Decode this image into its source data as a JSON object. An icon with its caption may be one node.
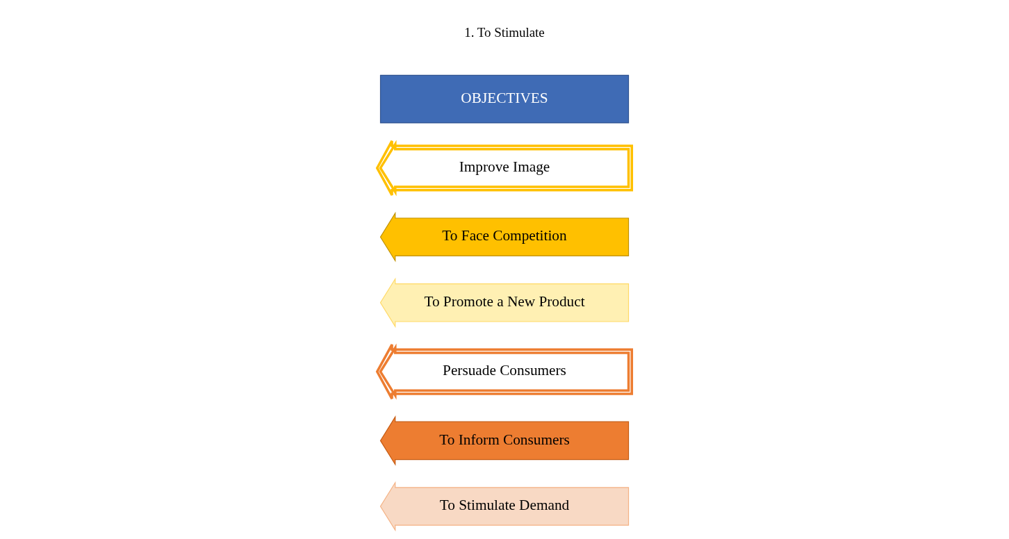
{
  "diagram": {
    "nodes": [
      {
        "text": [
          "To Stimulate Demand"
        ]
      },
      {
        "text": [
          "To Inform Consumers"
        ]
      },
      {
        "text": [
          "Persuade Consumers"
        ]
      },
      {
        "text": [
          "To Promote a New Product"
        ]
      },
      {
        "text": [
          "To Face Competition"
        ]
      },
      {
        "text": [
          "Improve Image"
        ]
      },
      {
        "text": [
          "OBJECTIVES"
        ]
      }
    ],
    "edges": [],
    "labels": [
      "1. To Stimulate"
    ]
  }
}
